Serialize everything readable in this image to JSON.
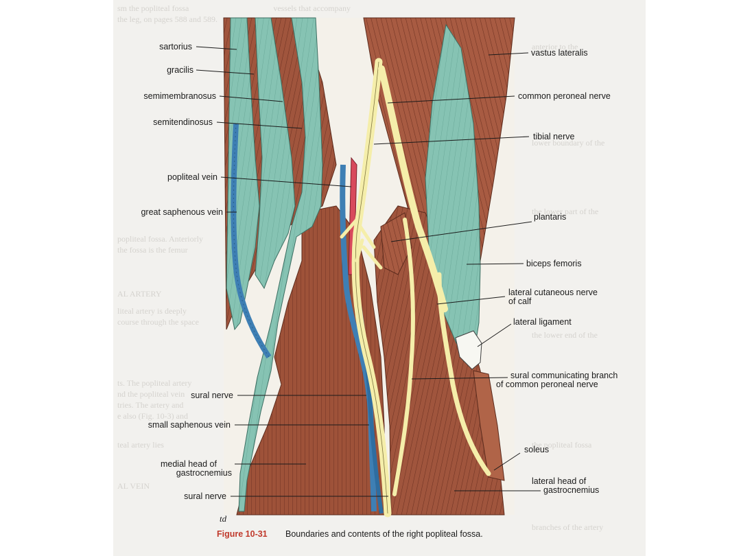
{
  "figure": {
    "number": "Figure 10-31",
    "caption": "Boundaries and contents of the right popliteal fossa.",
    "signature": "td"
  },
  "labels_left": [
    {
      "id": "sartorius",
      "text": "sartorius"
    },
    {
      "id": "gracilis",
      "text": "gracilis"
    },
    {
      "id": "semimembranosus",
      "text": "semimembranosus"
    },
    {
      "id": "semitendinosus",
      "text": "semitendinosus"
    },
    {
      "id": "popliteal-vein",
      "text": "popliteal vein"
    },
    {
      "id": "great-saphenous-vein",
      "text": "great saphenous vein"
    },
    {
      "id": "sural-nerve-upper",
      "text": "sural nerve"
    },
    {
      "id": "small-saphenous-vein",
      "text": "small saphenous vein"
    },
    {
      "id": "medial-head-gastrocnemius",
      "text": "medial head of",
      "text2": "gastrocnemius"
    },
    {
      "id": "sural-nerve-lower",
      "text": "sural nerve"
    }
  ],
  "labels_right": [
    {
      "id": "vastus-lateralis",
      "text": "vastus lateralis"
    },
    {
      "id": "common-peroneal-nerve",
      "text": "common peroneal nerve"
    },
    {
      "id": "tibial-nerve",
      "text": "tibial nerve"
    },
    {
      "id": "plantaris",
      "text": "plantaris"
    },
    {
      "id": "biceps-femoris",
      "text": "biceps femoris"
    },
    {
      "id": "lateral-cutaneous-nerve",
      "text": "lateral cutaneous nerve",
      "text2": "of calf"
    },
    {
      "id": "lateral-ligament",
      "text": "lateral ligament"
    },
    {
      "id": "sural-communicating-branch",
      "text": "sural communicating branch",
      "text2": "of common peroneal nerve"
    },
    {
      "id": "soleus",
      "text": "soleus"
    },
    {
      "id": "lateral-head-gastrocnemius",
      "text": "lateral head of",
      "text2": "gastrocnemius"
    }
  ],
  "colors": {
    "muscle": "#a0553d",
    "muscle_dark": "#6e3222",
    "tendon": "#86c3b3",
    "nerve": "#f5eeaa",
    "vein": "#3e7fb4",
    "artery": "#d84a5c",
    "caption_accent": "#c0392b"
  }
}
